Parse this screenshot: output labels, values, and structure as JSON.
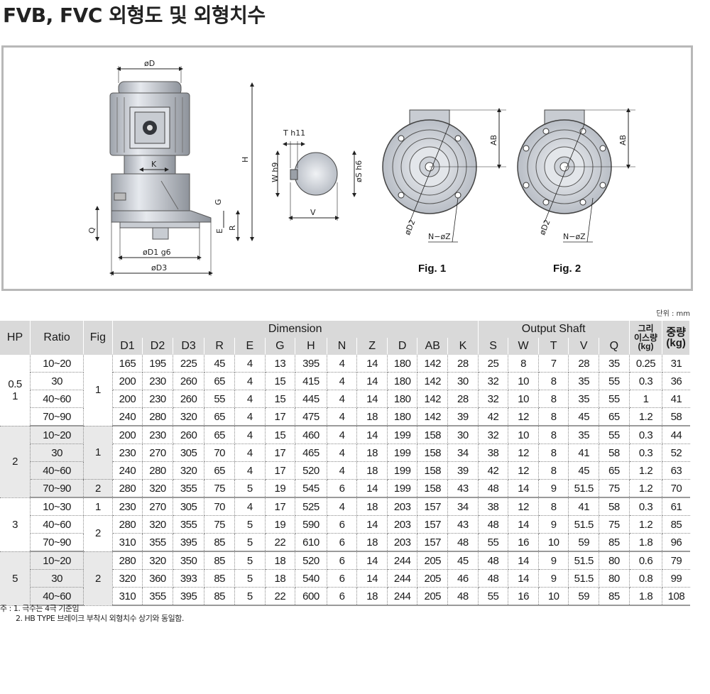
{
  "page": {
    "title": "FVB, FVC 외형도 및 외형치수",
    "unit_label": "단위 : mm"
  },
  "diagram": {
    "labels": {
      "D": "øD",
      "K": "K",
      "H": "H",
      "G": "G",
      "Q": "Q",
      "E": "E",
      "R": "R",
      "D1": "øD1 g6",
      "D3": "øD3",
      "T": "T h11",
      "W": "W h9",
      "S": "øS h6",
      "V": "V",
      "AB": "AB",
      "D2": "øD2",
      "NZ": "N−øZ"
    },
    "fig1": "Fig. 1",
    "fig2": "Fig. 2"
  },
  "table": {
    "headers": {
      "hp": "HP",
      "ratio": "Ratio",
      "fig": "Fig",
      "dimension": "Dimension",
      "output_shaft": "Output Shaft",
      "grease": "그리 이스량 (kg)",
      "weight": "중량 (kg)"
    },
    "sub_headers": [
      "D1",
      "D2",
      "D3",
      "R",
      "E",
      "G",
      "H",
      "N",
      "Z",
      "D",
      "AB",
      "K",
      "S",
      "W",
      "T",
      "V",
      "Q"
    ],
    "rows": [
      {
        "cells": [
          "10~20",
          "165",
          "195",
          "225",
          "45",
          "4",
          "13",
          "395",
          "4",
          "14",
          "180",
          "142",
          "28",
          "25",
          "8",
          "7",
          "28",
          "35",
          "0.25",
          "31"
        ]
      },
      {
        "cells": [
          "30",
          "200",
          "230",
          "260",
          "65",
          "4",
          "15",
          "415",
          "4",
          "14",
          "180",
          "142",
          "30",
          "32",
          "10",
          "8",
          "35",
          "55",
          "0.3",
          "36"
        ]
      },
      {
        "cells": [
          "40~60",
          "200",
          "230",
          "260",
          "55",
          "4",
          "15",
          "445",
          "4",
          "14",
          "180",
          "142",
          "28",
          "32",
          "10",
          "8",
          "35",
          "55",
          "1",
          "41"
        ]
      },
      {
        "cells": [
          "70~90",
          "240",
          "280",
          "320",
          "65",
          "4",
          "17",
          "475",
          "4",
          "18",
          "180",
          "142",
          "39",
          "42",
          "12",
          "8",
          "45",
          "65",
          "1.2",
          "58"
        ]
      },
      {
        "cells": [
          "10~20",
          "200",
          "230",
          "260",
          "65",
          "4",
          "15",
          "460",
          "4",
          "14",
          "199",
          "158",
          "30",
          "32",
          "10",
          "8",
          "35",
          "55",
          "0.3",
          "44"
        ]
      },
      {
        "cells": [
          "30",
          "230",
          "270",
          "305",
          "70",
          "4",
          "17",
          "465",
          "4",
          "18",
          "199",
          "158",
          "34",
          "38",
          "12",
          "8",
          "41",
          "58",
          "0.3",
          "52"
        ]
      },
      {
        "cells": [
          "40~60",
          "240",
          "280",
          "320",
          "65",
          "4",
          "17",
          "520",
          "4",
          "18",
          "199",
          "158",
          "39",
          "42",
          "12",
          "8",
          "45",
          "65",
          "1.2",
          "63"
        ]
      },
      {
        "cells": [
          "70~90",
          "280",
          "320",
          "355",
          "75",
          "5",
          "19",
          "545",
          "6",
          "14",
          "199",
          "158",
          "43",
          "48",
          "14",
          "9",
          "51.5",
          "75",
          "1.2",
          "70"
        ]
      },
      {
        "cells": [
          "10~30",
          "230",
          "270",
          "305",
          "70",
          "4",
          "17",
          "525",
          "4",
          "18",
          "203",
          "157",
          "34",
          "38",
          "12",
          "8",
          "41",
          "58",
          "0.3",
          "61"
        ]
      },
      {
        "cells": [
          "40~60",
          "280",
          "320",
          "355",
          "75",
          "5",
          "19",
          "590",
          "6",
          "14",
          "203",
          "157",
          "43",
          "48",
          "14",
          "9",
          "51.5",
          "75",
          "1.2",
          "85"
        ]
      },
      {
        "cells": [
          "70~90",
          "310",
          "355",
          "395",
          "85",
          "5",
          "22",
          "610",
          "6",
          "18",
          "203",
          "157",
          "48",
          "55",
          "16",
          "10",
          "59",
          "85",
          "1.8",
          "96"
        ]
      },
      {
        "cells": [
          "10~20",
          "280",
          "320",
          "350",
          "85",
          "5",
          "18",
          "520",
          "6",
          "14",
          "244",
          "205",
          "45",
          "48",
          "14",
          "9",
          "51.5",
          "80",
          "0.6",
          "79"
        ]
      },
      {
        "cells": [
          "30",
          "320",
          "360",
          "393",
          "85",
          "5",
          "18",
          "540",
          "6",
          "14",
          "244",
          "205",
          "46",
          "48",
          "14",
          "9",
          "51.5",
          "80",
          "0.8",
          "99"
        ]
      },
      {
        "cells": [
          "40~60",
          "310",
          "355",
          "395",
          "85",
          "5",
          "22",
          "600",
          "6",
          "18",
          "244",
          "205",
          "48",
          "55",
          "16",
          "10",
          "59",
          "85",
          "1.8",
          "108"
        ]
      }
    ],
    "hp_groups": [
      {
        "label": "0.5\n1",
        "fig_groups": [
          {
            "label": "1",
            "span": 4
          }
        ]
      },
      {
        "label": "2",
        "fig_groups": [
          {
            "label": "1",
            "span": 3
          },
          {
            "label": "2",
            "span": 1
          }
        ]
      },
      {
        "label": "3",
        "fig_groups": [
          {
            "label": "1",
            "span": 1
          },
          {
            "label": "2",
            "span": 2
          }
        ]
      },
      {
        "label": "5",
        "fig_groups": [
          {
            "label": "2",
            "span": 3
          }
        ]
      }
    ]
  },
  "notes": {
    "line1": "주 : 1. 극수는 4극 기준임",
    "line2": "2. HB TYPE 브레이크 부착시 외형치수 상기와 동일함."
  },
  "colors": {
    "header_bg": "#d9d9d9",
    "shade_bg": "#e9e9e9",
    "frame": "#b8b8b8"
  }
}
